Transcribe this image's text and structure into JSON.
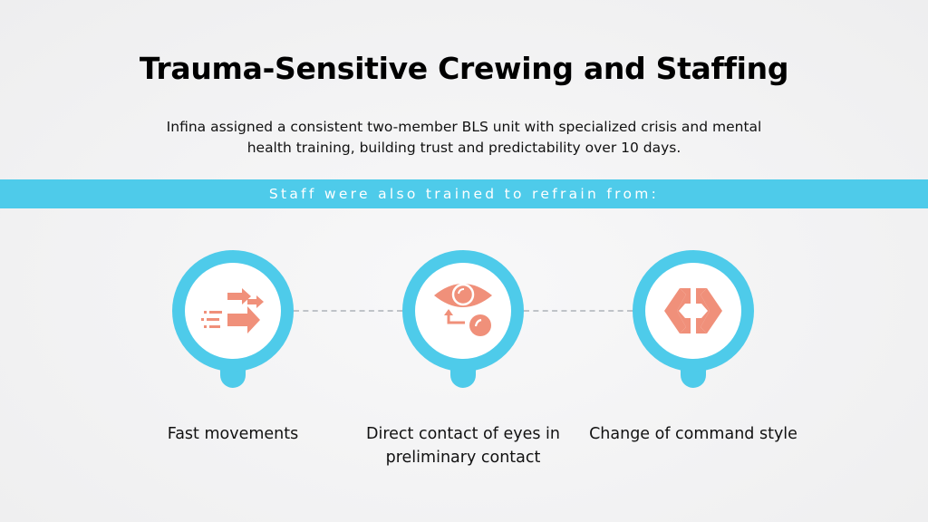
{
  "header": {
    "title": "Trauma-Sensitive Crewing and Staffing",
    "subtitle": "Infina assigned a consistent two-member BLS unit with specialized crisis and mental health training, building trust and predictability over 10 days."
  },
  "banner": {
    "text": "Staff were also trained to refrain from:"
  },
  "items": [
    {
      "icon": "fast-arrows-icon",
      "label": "Fast movements"
    },
    {
      "icon": "eye-contact-icon",
      "label": "Direct contact of eyes in preliminary contact"
    },
    {
      "icon": "change-direction-icon",
      "label": "Change of command style"
    }
  ],
  "colors": {
    "accent": "#4ecbea",
    "icon": "#f0907a"
  }
}
